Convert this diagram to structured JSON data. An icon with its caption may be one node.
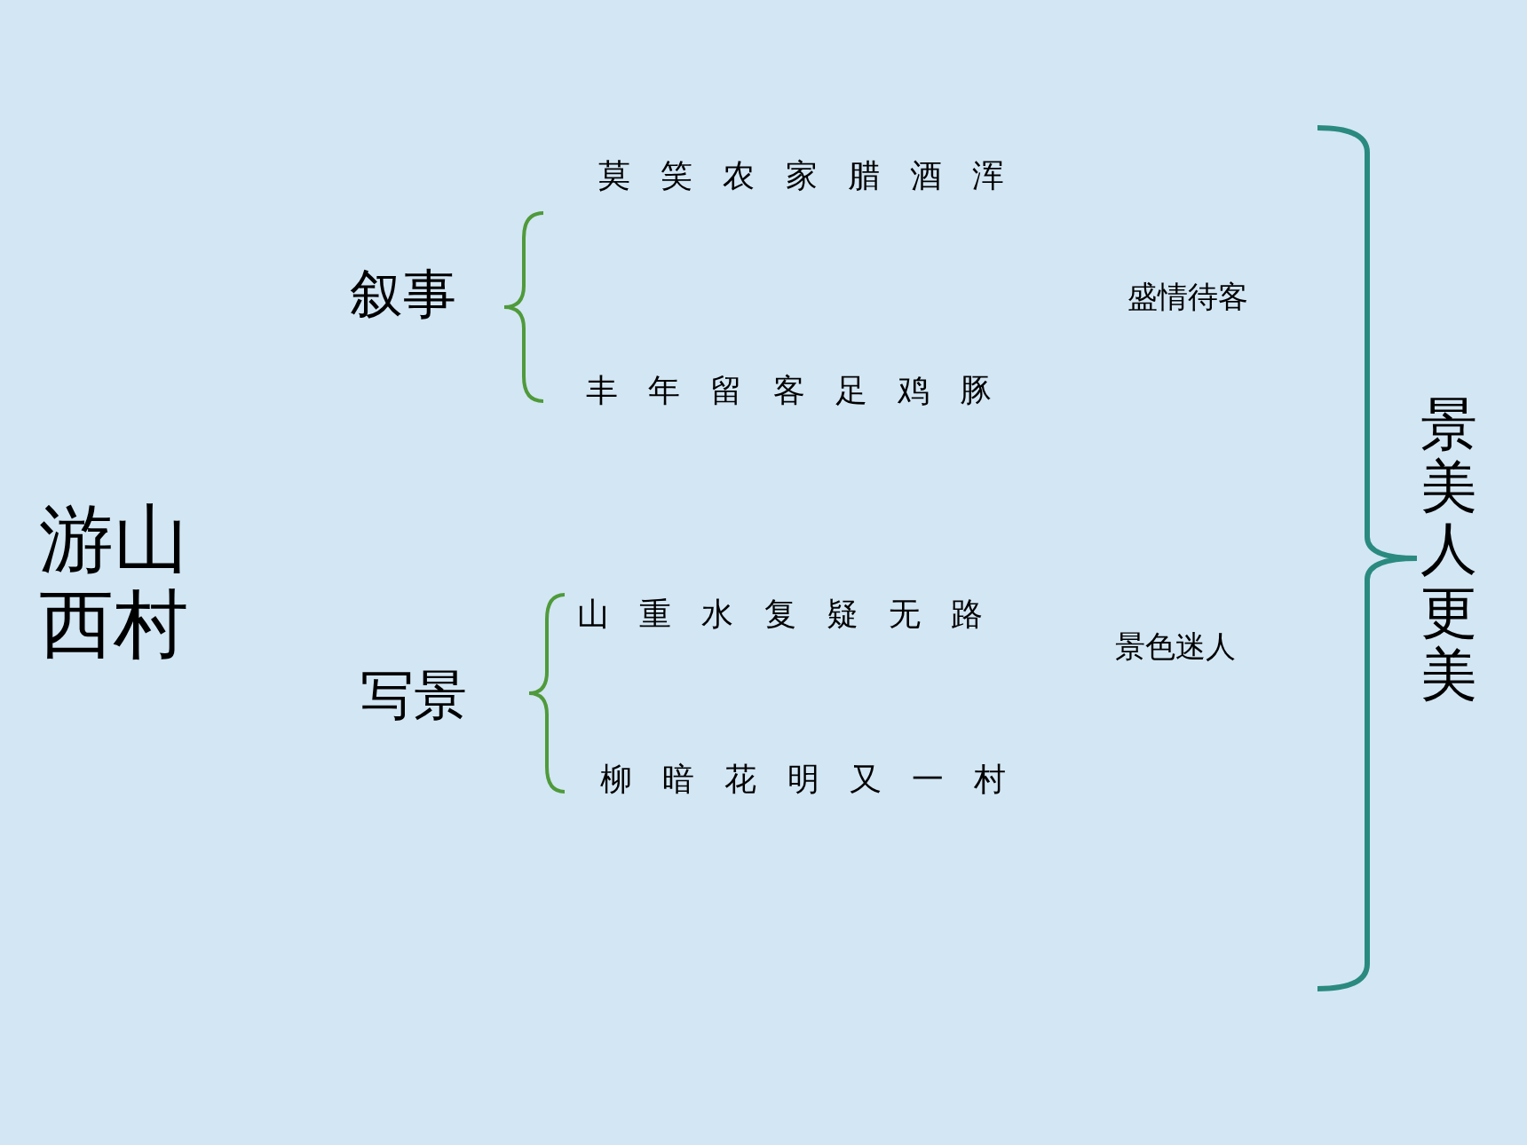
{
  "diagram": {
    "labels": [
      "游山西村",
      "叙事",
      "莫笑农家腊酒浑",
      "丰年留客足鸡豚",
      "盛情待客",
      "写景",
      "山重水复疑无路",
      "柳暗花明又一村",
      "景色迷人",
      "景美人更美"
    ]
  }
}
